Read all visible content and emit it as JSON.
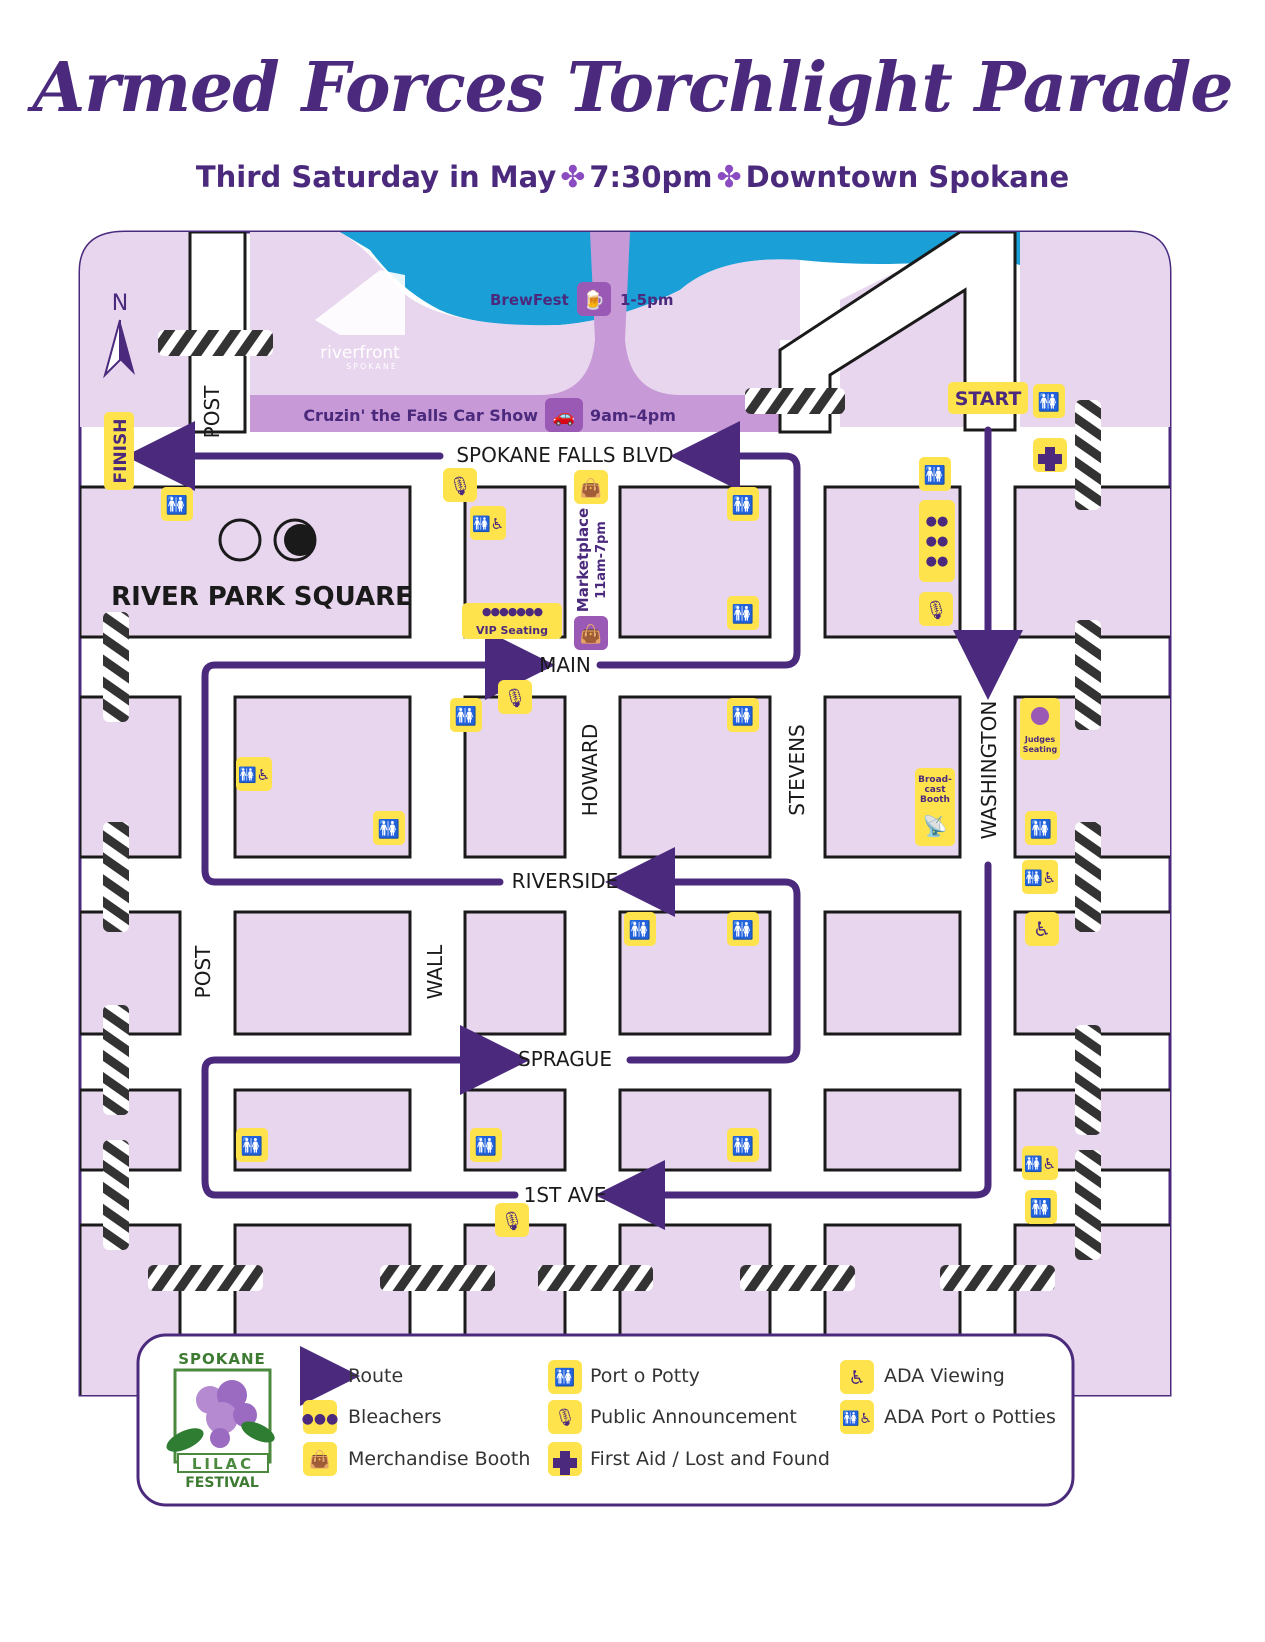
{
  "title": "Armed Forces Torchlight Parade",
  "subtitle": {
    "date": "Third Saturday in May",
    "time": "7:30pm",
    "place": "Downtown Spokane"
  },
  "colors": {
    "block": "#e8d5ee",
    "route": "#4b2a7d",
    "river": "#1aa0d6",
    "icon_bg": "#ffe34d",
    "accent_purple": "#9b59b6"
  },
  "map": {
    "north_label": "N",
    "streets": {
      "spokane_falls": "SPOKANE FALLS BLVD",
      "main": "MAIN",
      "riverside": "RIVERSIDE",
      "sprague": "SPRAGUE",
      "first_ave": "1ST AVE",
      "post_top": "POST",
      "post_bottom": "POST",
      "wall": "WALL",
      "howard": "HOWARD",
      "stevens": "STEVENS",
      "washington": "WASHINGTON"
    },
    "start_label": "START",
    "finish_label": "FINISH",
    "river_park_square": "RIVER PARK SQUARE",
    "riverfront": "riverfront",
    "riverfront_sub": "SPOKANE",
    "brewfest_label": "BrewFest",
    "brewfest_time": "1-5pm",
    "car_show_label": "Cruzin' the Falls Car Show",
    "car_show_time": "9am–4pm",
    "marketplace_label": "Marketplace",
    "marketplace_time": "11am-7pm",
    "vip_seating": "VIP Seating",
    "judges_seating_1": "Judges",
    "judges_seating_2": "Seating",
    "broadcast_1": "Broad-",
    "broadcast_2": "cast",
    "broadcast_3": "Booth"
  },
  "legend": {
    "logo_top": "SPOKANE",
    "logo_mid": "LILAC",
    "logo_bottom": "FESTIVAL",
    "items": [
      {
        "icon": "route-arrow-icon",
        "label": "Route"
      },
      {
        "icon": "bleachers-icon",
        "label": "Bleachers"
      },
      {
        "icon": "merchandise-bag-icon",
        "label": "Merchandise Booth"
      },
      {
        "icon": "port-o-potty-icon",
        "label": "Port o Potty"
      },
      {
        "icon": "microphone-icon",
        "label": "Public Announcement"
      },
      {
        "icon": "first-aid-cross-icon",
        "label": "First Aid / Lost and Found"
      },
      {
        "icon": "wheelchair-icon",
        "label": "ADA Viewing"
      },
      {
        "icon": "ada-port-o-potties-icon",
        "label": "ADA Port o Potties"
      }
    ]
  }
}
